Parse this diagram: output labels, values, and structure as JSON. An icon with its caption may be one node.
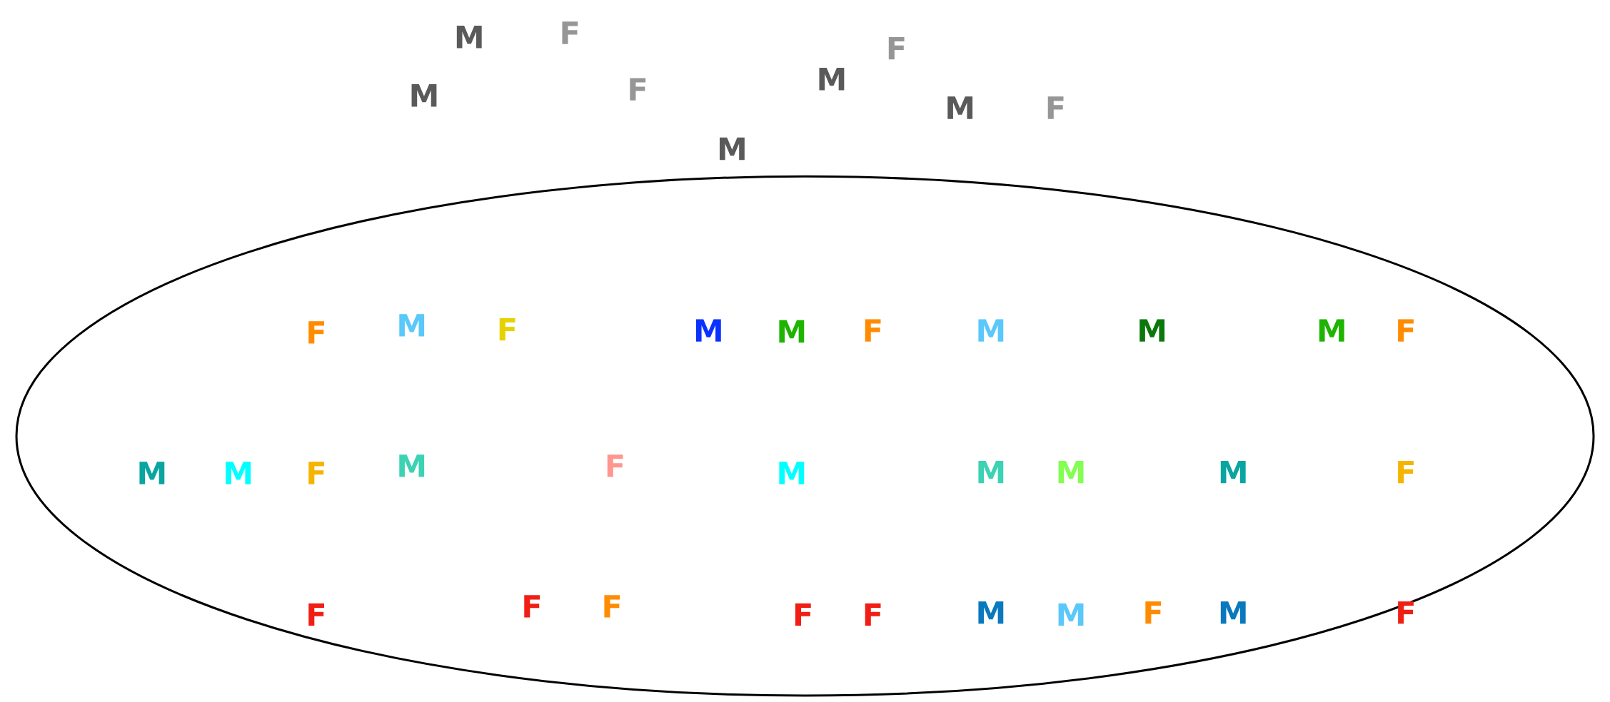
{
  "diagram": {
    "nodes": [
      {
        "text": [],
        "shape": "ellipse"
      }
    ],
    "labels": [
      "M",
      "F",
      "F",
      "M",
      "M",
      "F",
      "M",
      "F",
      "M",
      "F",
      "M",
      "F",
      "M",
      "M",
      "F",
      "M",
      "M",
      "M",
      "F",
      "M",
      "M",
      "F",
      "M",
      "F",
      "M",
      "M",
      "M",
      "M",
      "F",
      "F",
      "F",
      "F",
      "F",
      "F",
      "M",
      "M",
      "F",
      "M",
      "F"
    ]
  }
}
